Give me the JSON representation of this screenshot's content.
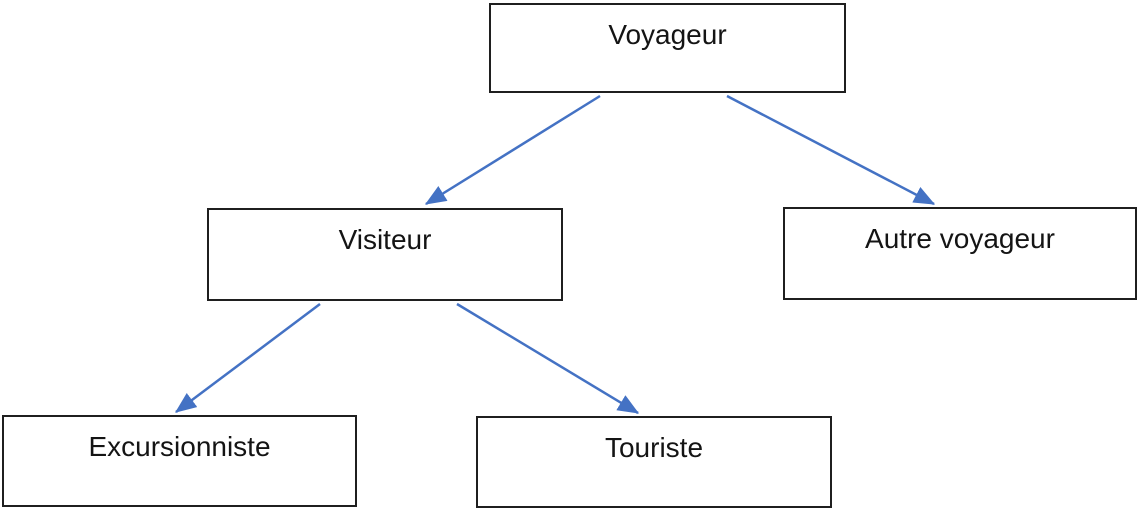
{
  "diagram": {
    "type": "tree",
    "nodes": {
      "voyageur": {
        "label": "Voyageur"
      },
      "visiteur": {
        "label": "Visiteur"
      },
      "autre_voyageur": {
        "label": "Autre voyageur"
      },
      "excursionniste": {
        "label": "Excursionniste"
      },
      "touriste": {
        "label": "Touriste"
      }
    },
    "edges": [
      {
        "from": "voyageur",
        "to": "visiteur"
      },
      {
        "from": "voyageur",
        "to": "autre_voyageur"
      },
      {
        "from": "visiteur",
        "to": "excursionniste"
      },
      {
        "from": "visiteur",
        "to": "touriste"
      }
    ]
  },
  "colors": {
    "arrow": "#4472C4",
    "box_border": "#1f1f1f",
    "text": "#141414",
    "background": "#ffffff"
  }
}
